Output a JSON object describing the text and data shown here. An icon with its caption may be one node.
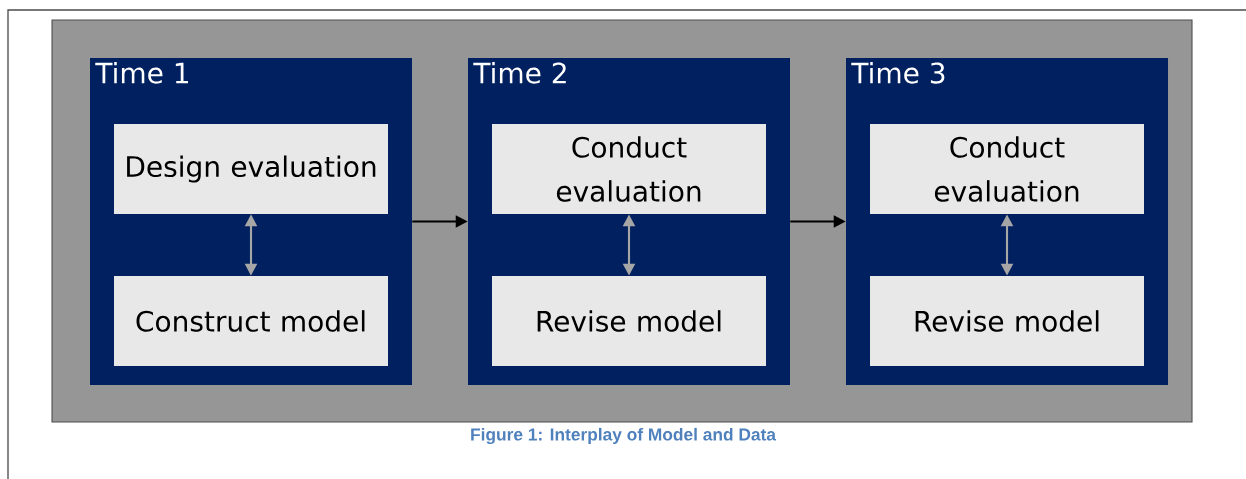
{
  "diagram": {
    "caption": "Figure 1: Interplay of Model and Data",
    "nodes": [
      {
        "text": [
          "Time 1"
        ]
      },
      {
        "text": [
          "Design evaluation"
        ],
        "in": 0
      },
      {
        "text": [
          "Construct model"
        ],
        "in": 0
      },
      {
        "text": [
          "Time 2"
        ]
      },
      {
        "text": [
          "Conduct evaluation"
        ],
        "in": 3
      },
      {
        "text": [
          "Revise model"
        ],
        "in": 3
      },
      {
        "text": [
          "Time 3"
        ]
      },
      {
        "text": [
          "Conduct evaluation"
        ],
        "in": 6
      },
      {
        "text": [
          "Revise model"
        ],
        "in": 6
      }
    ],
    "edges": [
      {
        "from": 1,
        "to": 2,
        "arrow": "both"
      },
      {
        "from": 0,
        "to": 3,
        "arrow": "to",
        "color": "#000000"
      },
      {
        "from": 4,
        "to": 5,
        "arrow": "both"
      },
      {
        "from": 3,
        "to": 6,
        "arrow": "to",
        "color": "#000000"
      },
      {
        "from": 7,
        "to": 8,
        "arrow": "both"
      }
    ]
  }
}
